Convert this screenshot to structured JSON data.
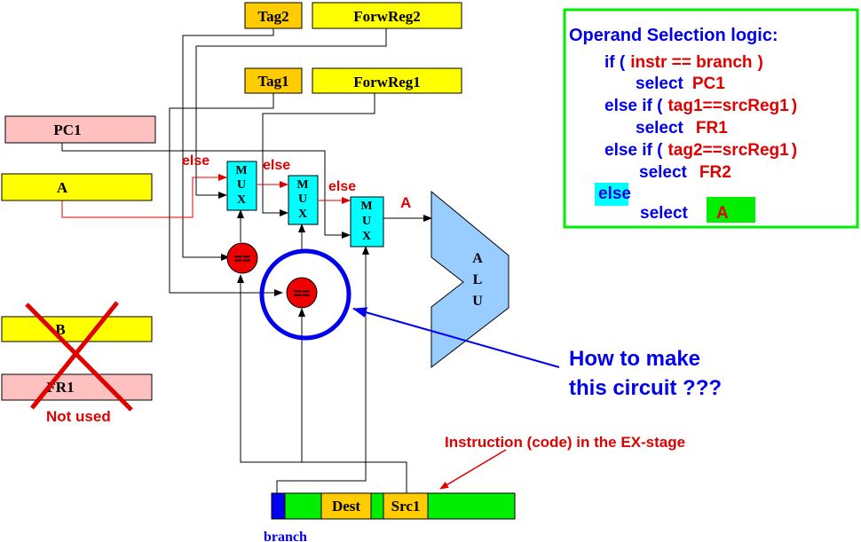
{
  "registers": {
    "tag2": "Tag2",
    "forwreg2": "ForwReg2",
    "tag1": "Tag1",
    "forwreg1": "ForwReg1",
    "pc1": "PC1",
    "a": "A",
    "b": "B",
    "fr1": "FR1"
  },
  "mux": {
    "letters": [
      "M",
      "U",
      "X"
    ]
  },
  "labels": {
    "else": "else",
    "a_out": "A",
    "alu": [
      "A",
      "L",
      "U"
    ],
    "comparator": "==",
    "not_used": "Not used",
    "question_line1": "How to make",
    "question_line2": "this circuit ???",
    "instruction_caption": "Instruction (code) in the EX-stage",
    "branch": "branch"
  },
  "instruction": {
    "dest": "Dest",
    "src1": "Src1"
  },
  "logic_box": {
    "title": "Operand Selection logic:",
    "line1_kw": "if (",
    "line1_cond": "instr == branch",
    "line1_end": ")",
    "line2_kw": "select",
    "line2_val": "PC1",
    "line3_kw": "else if (",
    "line3_cond": "tag1==srcReg1",
    "line3_end": ")",
    "line4_kw": "select",
    "line4_val": "FR1",
    "line5_kw": "else if (",
    "line5_cond": "tag2==srcReg1",
    "line5_end": ")",
    "line6_kw": "select",
    "line6_val": "FR2",
    "line7_kw": "else",
    "line8_kw": "select",
    "line8_val": "A"
  },
  "colors": {
    "yellow": "#ffff00",
    "orange": "#ffcc00",
    "pink": "#ffc0c0",
    "cyan": "#00ffff",
    "alu_blue": "#99ccff",
    "comparator_red": "#ee0000",
    "highlight_blue": "#0000ee",
    "logic_green": "#00ee00",
    "instr_green": "#00ee00"
  }
}
